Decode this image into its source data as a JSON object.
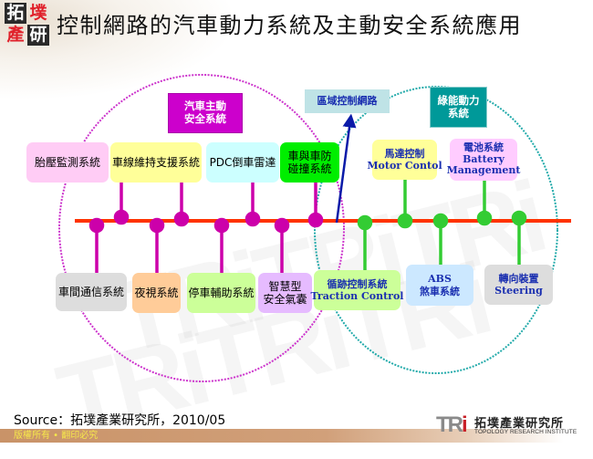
{
  "header": {
    "logo_chars": [
      "拓",
      "墣",
      "產",
      "研"
    ],
    "title": "控制網路的汽車動力系統及主動安全系統應用"
  },
  "diagram": {
    "groups": {
      "active_safety": {
        "label": "汽車主動\n安全系統",
        "line1": "汽車主動",
        "line2": "安全系統",
        "color": "#cc00cc",
        "ellipse_color": "#cc33cc"
      },
      "network": {
        "label": "區域控制網路",
        "color": "#bfe3e6",
        "text_color": "#1a2fb0"
      },
      "green_power": {
        "label": "綠能動力\n系統",
        "line1": "綠能動力",
        "line2": "系統",
        "color": "#009999",
        "ellipse_color": "#22aaaa"
      }
    },
    "bus_color": "#ff3300",
    "top_safety_nodes": [
      {
        "label": "胎壓監測系統",
        "color": "#ffccf5"
      },
      {
        "label": "車線維持支援系統",
        "color": "#ffff99"
      },
      {
        "label": "PDC倒車雷達",
        "color": "#ccffff"
      },
      {
        "label": "車與車防\n碰撞系統",
        "line1": "車與車防",
        "line2": "碰撞系統",
        "color": "#00ee00"
      }
    ],
    "bottom_safety_nodes": [
      {
        "label": "車間通信系統",
        "color": "#dddddd"
      },
      {
        "label": "夜視系統",
        "color": "#ffcc99"
      },
      {
        "label": "停車輔助系統",
        "color": "#ccff99"
      },
      {
        "label": "智慧型\n安全氣囊",
        "line1": "智慧型",
        "line2": "安全氣囊",
        "color": "#e6bbff"
      }
    ],
    "top_power_nodes": [
      {
        "line1": "馬達控制",
        "line2": "Motor Contol",
        "color": "#ffff99"
      },
      {
        "line1": "電池系統",
        "line2": "Battery",
        "line3": "Management",
        "color": "#ffccff"
      }
    ],
    "bottom_power_nodes": [
      {
        "line1": "循跡控制系統",
        "line2": "Traction Control",
        "color": "#ccff99"
      },
      {
        "line1": "ABS",
        "line2": "煞車系統",
        "color": "#cce8ff"
      },
      {
        "line1": "轉向裝置",
        "line2": "Steering",
        "color": "#dddddd"
      }
    ]
  },
  "footer": {
    "source": "Source：拓墣產業研究所，2010/05",
    "copyright": "版權所有 • 翻印必究",
    "tri_mark": "TR",
    "tri_mark_i": "i",
    "institute_cn": "拓墣產業研究所",
    "institute_en": "TOPOLOGY RESEARCH INSTITUTE"
  }
}
